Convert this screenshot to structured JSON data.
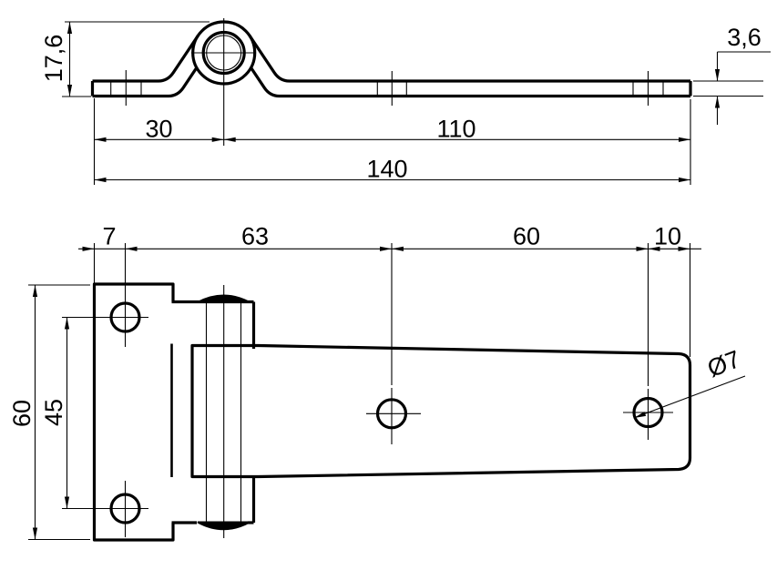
{
  "drawing": {
    "kind": "technical-drawing",
    "subject": "strap hinge, two orthographic views",
    "style": {
      "background": "#ffffff",
      "line_color": "#000000"
    }
  },
  "views": {
    "side": {
      "name": "side elevation (top view of sheet)",
      "dims": {
        "height": "17,6",
        "thickness": "3,6",
        "pin_to_left_end": "30",
        "pin_to_right_end": "110",
        "overall_length": "140"
      }
    },
    "plan": {
      "name": "plan view (bottom view of sheet)",
      "dims": {
        "plate_edge_to_holes": "7",
        "plate_hole_to_mid_hole": "63",
        "mid_hole_to_end_hole": "60",
        "end_hole_to_tip": "10",
        "plate_height": "60",
        "plate_hole_spacing": "45",
        "hole_diameter": "Ø7"
      }
    }
  }
}
